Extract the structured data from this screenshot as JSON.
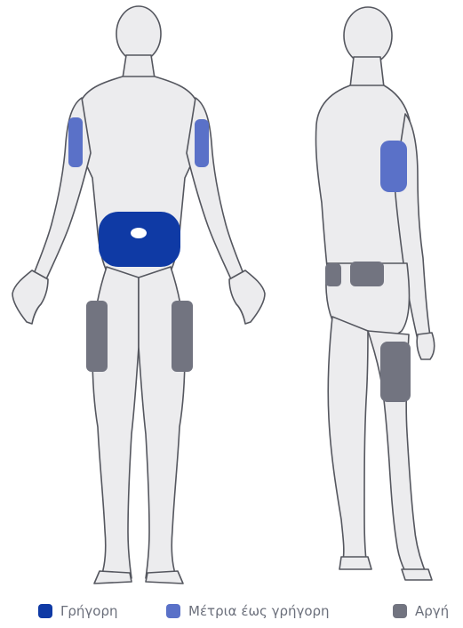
{
  "figure": {
    "background": "#ffffff",
    "body_fill": "#ececee",
    "body_outline": "#55575f",
    "zones": {
      "fast_color": "#0f3aa5",
      "medium_color": "#5a71c8",
      "slow_color": "#727480"
    }
  },
  "legend": {
    "items": [
      {
        "label": "Γρήγορη",
        "color": "#0f3aa5"
      },
      {
        "label": "Μέτρια έως γρήγορη",
        "color": "#5a71c8"
      },
      {
        "label": "Αργή",
        "color": "#727480"
      }
    ]
  }
}
